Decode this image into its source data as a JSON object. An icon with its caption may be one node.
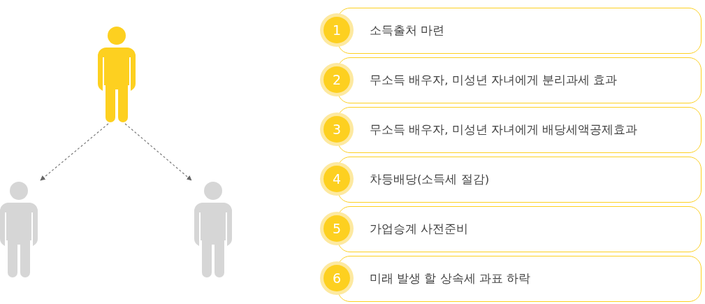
{
  "diagram": {
    "nodes": [
      {
        "text": [],
        "shape": "person"
      },
      {
        "text": [],
        "shape": "person"
      },
      {
        "text": [],
        "shape": "person"
      },
      {
        "text": [
          "1"
        ]
      },
      {
        "text": [
          "소득출처 마련"
        ]
      },
      {
        "text": [
          "2"
        ]
      },
      {
        "text": [
          "무소득 배우자, 미성년 자녀에게 분리과세 효과"
        ]
      },
      {
        "text": [
          "3"
        ]
      },
      {
        "text": [
          "무소득 배우자, 미성년 자녀에게 배당세액공제효과"
        ]
      },
      {
        "text": [
          "4"
        ]
      },
      {
        "text": [
          "차등배당(소득세 절감)"
        ]
      },
      {
        "text": [
          "5"
        ]
      },
      {
        "text": [
          "가업승계 사전준비"
        ]
      },
      {
        "text": [
          "6"
        ]
      },
      {
        "text": [
          "미래 발생 할 상속세 과표 하락"
        ]
      }
    ],
    "edges": [
      {
        "from": 0,
        "to": 1,
        "arrow": "to",
        "style": "dashed"
      },
      {
        "from": 0,
        "to": 2,
        "arrow": "to",
        "style": "dashed"
      }
    ]
  }
}
